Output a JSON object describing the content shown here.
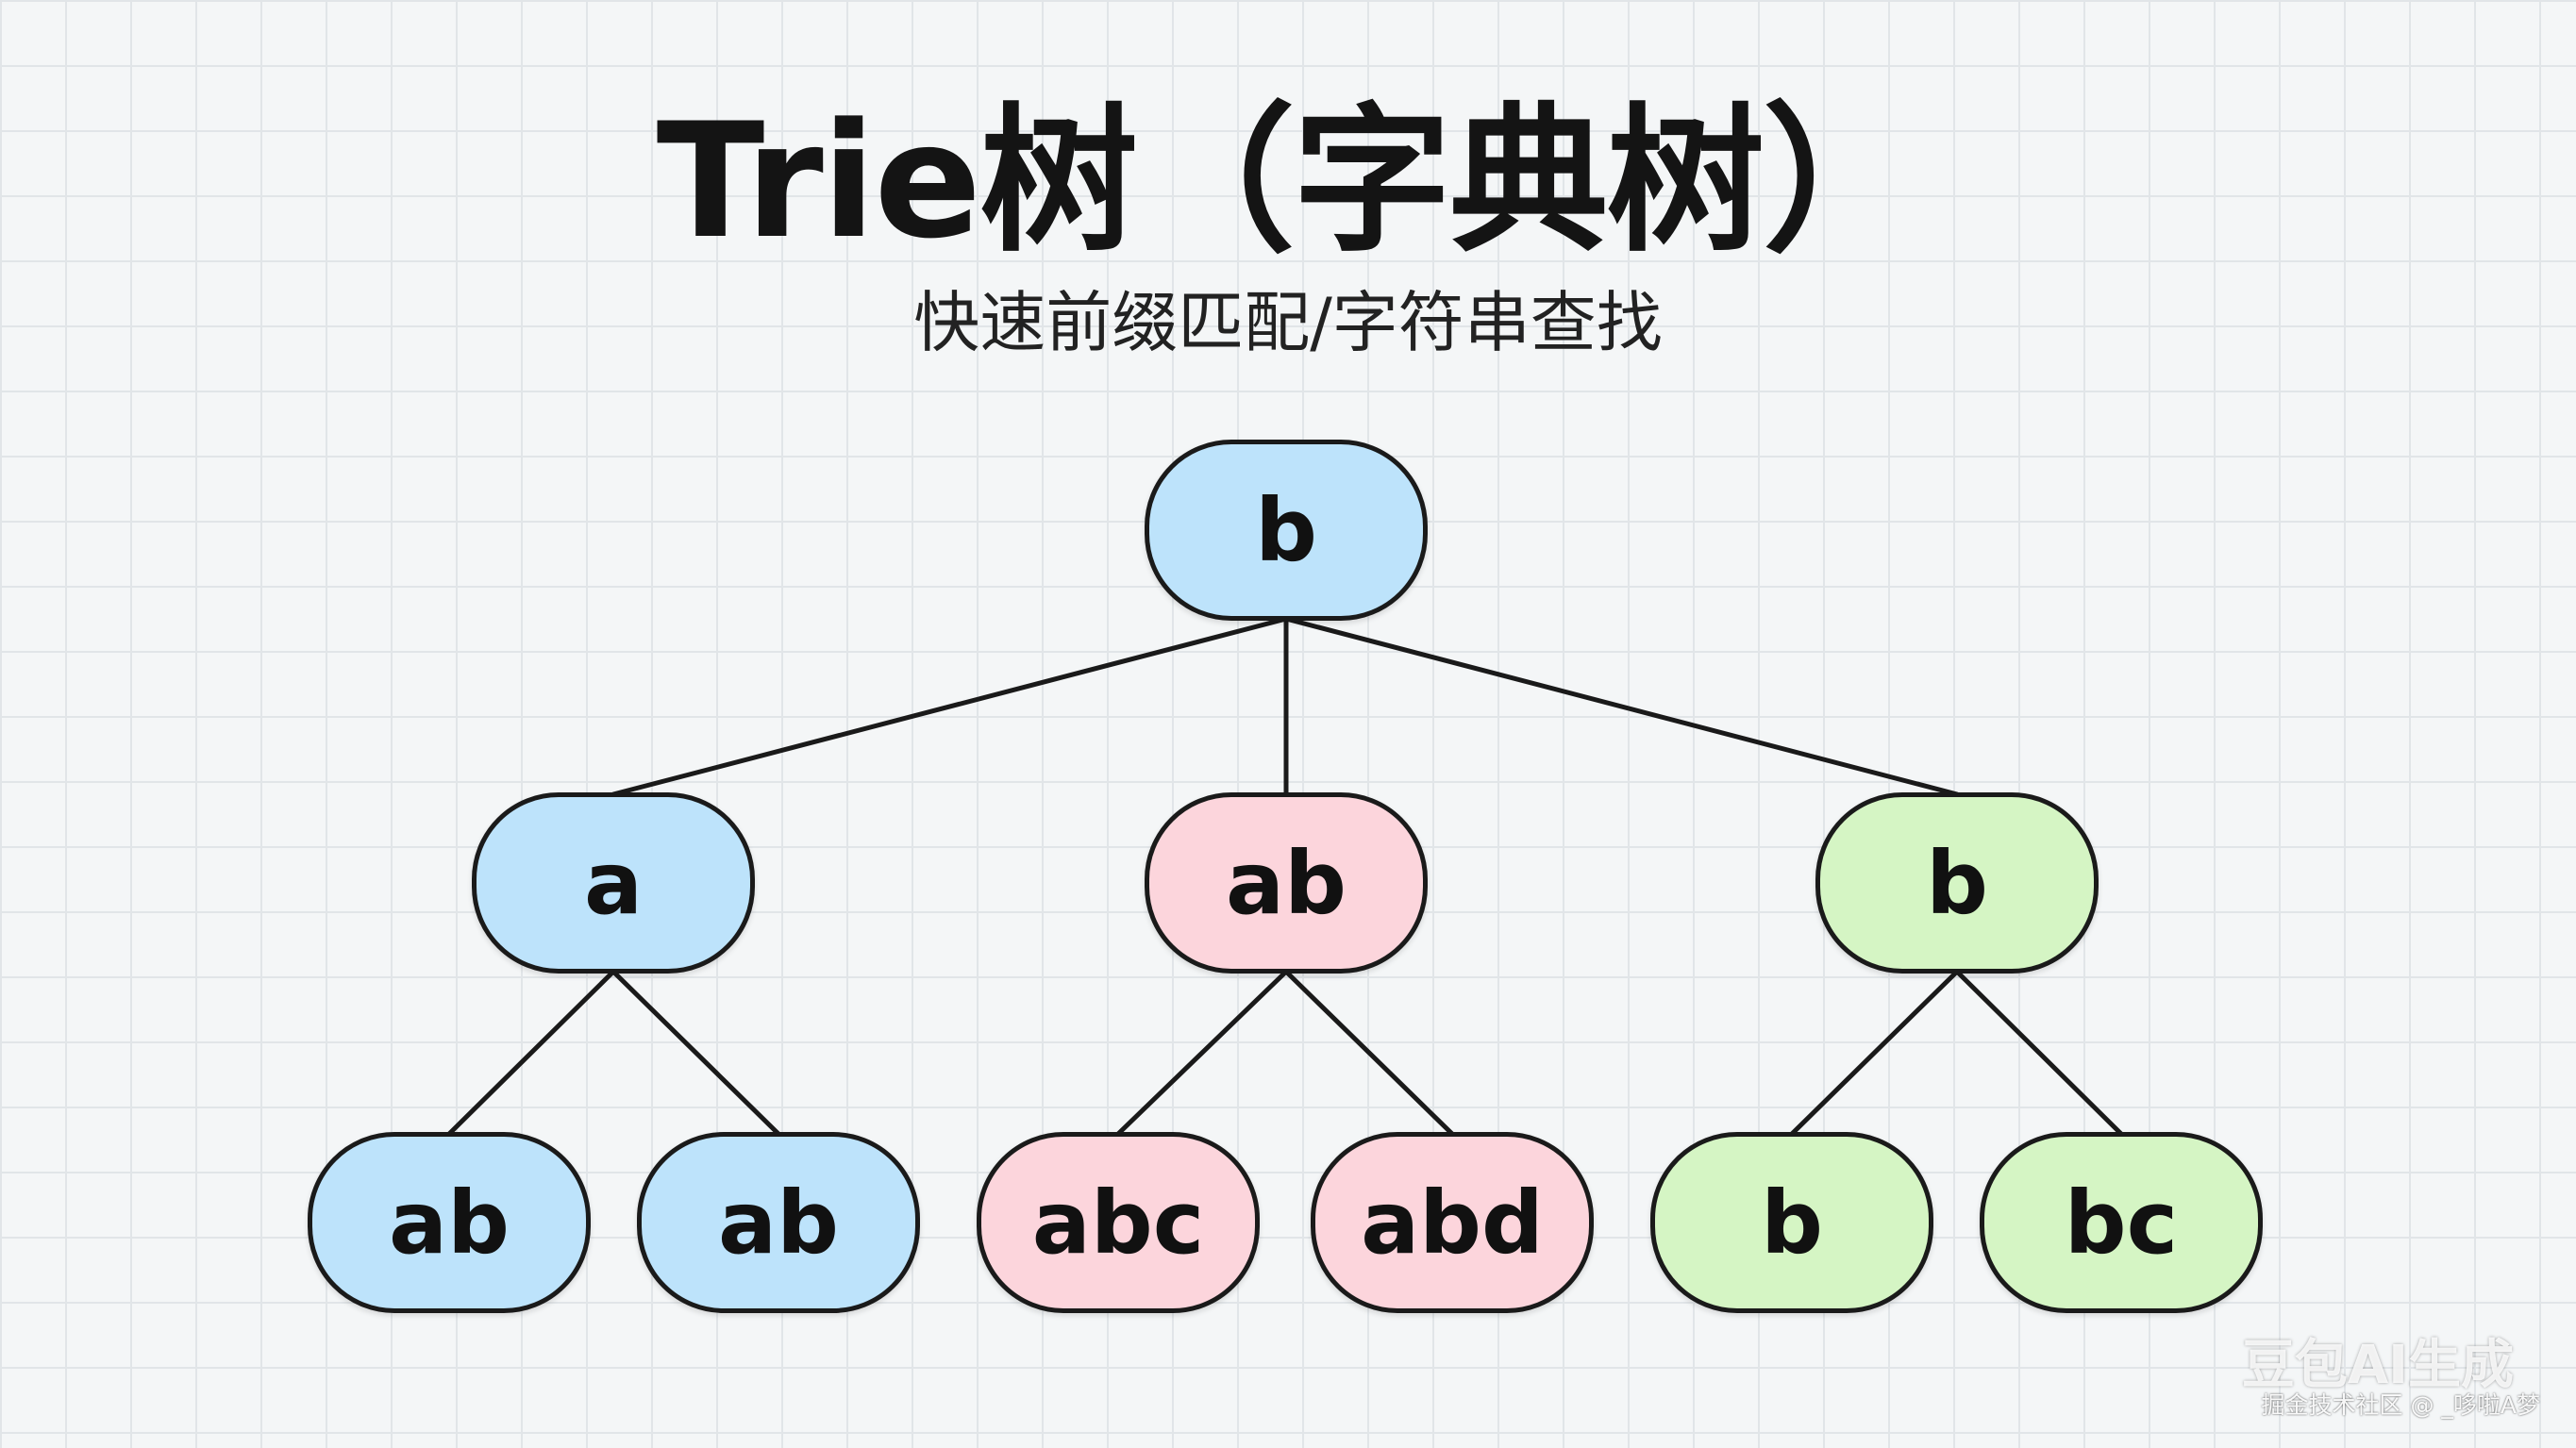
{
  "title": "Trie树（字典树）",
  "subtitle": "快速前缀匹配/字符串查找",
  "colors": {
    "blue": "#bde3fb",
    "pink": "#fcd5dc",
    "green": "#d5f5c4",
    "border": "#1a1a1a",
    "edge": "#1a1a1a",
    "background": "#f4f6f7",
    "grid": "#e1e5e8"
  },
  "tree": {
    "nodes": [
      {
        "id": "root",
        "label": "b",
        "color": "blue"
      },
      {
        "id": "l1-left",
        "label": "a",
        "color": "blue"
      },
      {
        "id": "l1-mid",
        "label": "ab",
        "color": "pink"
      },
      {
        "id": "l1-right",
        "label": "b",
        "color": "green"
      },
      {
        "id": "l2-1",
        "label": "ab",
        "color": "blue"
      },
      {
        "id": "l2-2",
        "label": "ab",
        "color": "blue"
      },
      {
        "id": "l2-3",
        "label": "abc",
        "color": "pink"
      },
      {
        "id": "l2-4",
        "label": "abd",
        "color": "pink"
      },
      {
        "id": "l2-5",
        "label": "b",
        "color": "green"
      },
      {
        "id": "l2-6",
        "label": "bc",
        "color": "green"
      }
    ],
    "edges": [
      [
        "root",
        "l1-left"
      ],
      [
        "root",
        "l1-mid"
      ],
      [
        "root",
        "l1-right"
      ],
      [
        "l1-left",
        "l2-1"
      ],
      [
        "l1-left",
        "l2-2"
      ],
      [
        "l1-mid",
        "l2-3"
      ],
      [
        "l1-mid",
        "l2-4"
      ],
      [
        "l1-right",
        "l2-5"
      ],
      [
        "l1-right",
        "l2-6"
      ]
    ]
  },
  "watermark": {
    "logo": "豆包AI生成",
    "credit": "掘金技术社区 @ _哆啦A梦"
  }
}
